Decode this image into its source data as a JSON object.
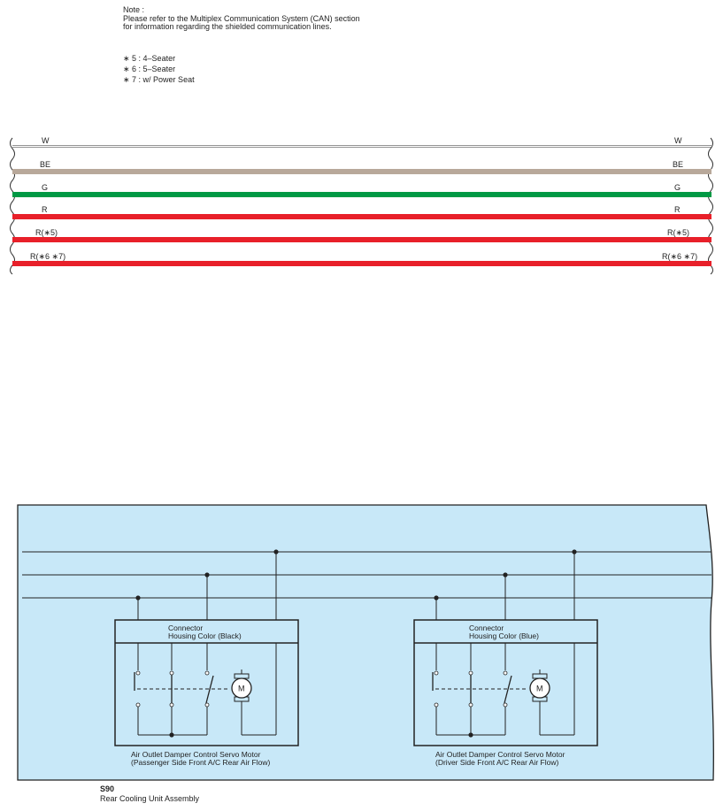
{
  "note": {
    "heading": "Note :",
    "line1": "Please refer to the Multiplex Communication System (CAN) section",
    "line2": "for information regarding the shielded communication lines."
  },
  "legend": [
    "∗ 5 : 4–Seater",
    "∗ 6 : 5–Seater",
    "∗ 7 : w/ Power Seat"
  ],
  "wires": [
    {
      "left": "W",
      "right": "W",
      "color": "#ffffff"
    },
    {
      "left": "BE",
      "right": "BE",
      "color": "#b8a89a"
    },
    {
      "left": "G",
      "right": "G",
      "color": "#009944"
    },
    {
      "left": "R",
      "right": "R",
      "color": "#e8202a"
    },
    {
      "left": "R(∗5)",
      "right": "R(∗5)",
      "color": "#e8202a"
    },
    {
      "left": "R(∗6 ∗7)",
      "right": "R(∗6 ∗7)",
      "color": "#e8202a"
    }
  ],
  "connectors": [
    {
      "label1": "Connector",
      "label2": "Housing Color (Black)",
      "name1": "Air Outlet Damper Control Servo Motor",
      "name2": "(Passenger Side Front A/C Rear Air Flow)"
    },
    {
      "label1": "Connector",
      "label2": "Housing Color (Blue)",
      "name1": "Air Outlet Damper Control Servo Motor",
      "name2": "(Driver Side Front A/C Rear Air Flow)"
    }
  ],
  "motor_symbol": "M",
  "panel_color": "#c8e8f8",
  "footer": {
    "code": "S90",
    "name": "Rear Cooling Unit Assembly"
  }
}
